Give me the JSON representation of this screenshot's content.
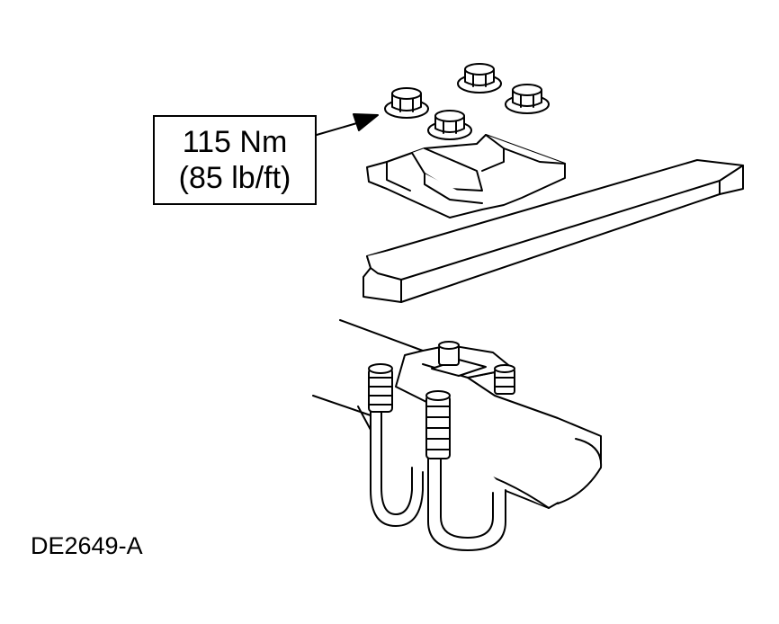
{
  "callout": {
    "torque_nm": "115 Nm",
    "torque_lbft": "(85 lb/ft)"
  },
  "figure_id": "DE2649-A",
  "colors": {
    "line": "#000000",
    "fill": "#ffffff"
  }
}
